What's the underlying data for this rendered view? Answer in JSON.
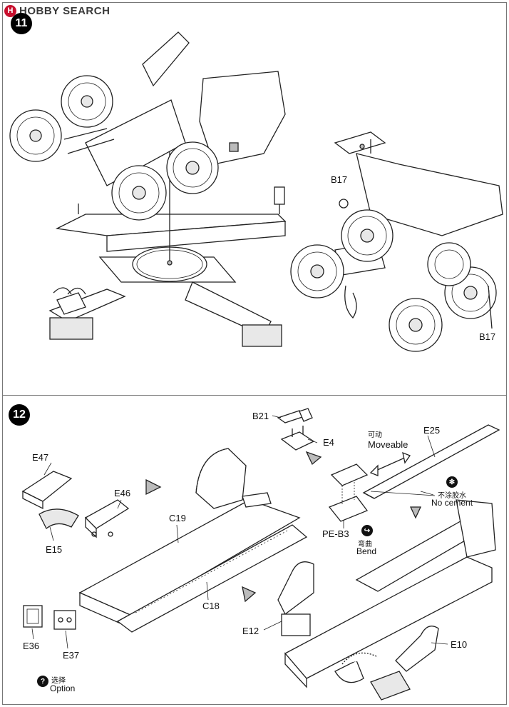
{
  "header": {
    "logo_text": "H",
    "brand_1": "HOBBY",
    "brand_sep": " ",
    "brand_2": "SEARCH"
  },
  "step11": {
    "number": "11",
    "labels": {
      "b17_top": "B17",
      "b17_bottom": "B17"
    }
  },
  "step12": {
    "number": "12",
    "labels": {
      "b21": "B21",
      "e4": "E4",
      "e25": "E25",
      "e47": "E47",
      "e46": "E46",
      "e15": "E15",
      "c19": "C19",
      "c18": "C18",
      "e12": "E12",
      "e10": "E10",
      "e36": "E36",
      "e37": "E37",
      "peb3": "PE-B3"
    },
    "moveable": {
      "cn": "可动",
      "en": "Moveable"
    },
    "no_cement": {
      "cn": "不涂胶水",
      "en": "No cement"
    },
    "bend": {
      "cn": "弯曲",
      "en": "Bend"
    },
    "option": {
      "cn": "选择",
      "en": "Option",
      "icon": "?"
    }
  }
}
